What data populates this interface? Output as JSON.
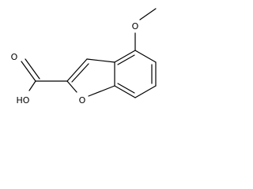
{
  "molecule": {
    "atom_labels": {
      "methoxy_oxygen": "O",
      "ring_oxygen": "O",
      "hydroxyl": "HO",
      "carbonyl_oxygen": "O"
    }
  }
}
